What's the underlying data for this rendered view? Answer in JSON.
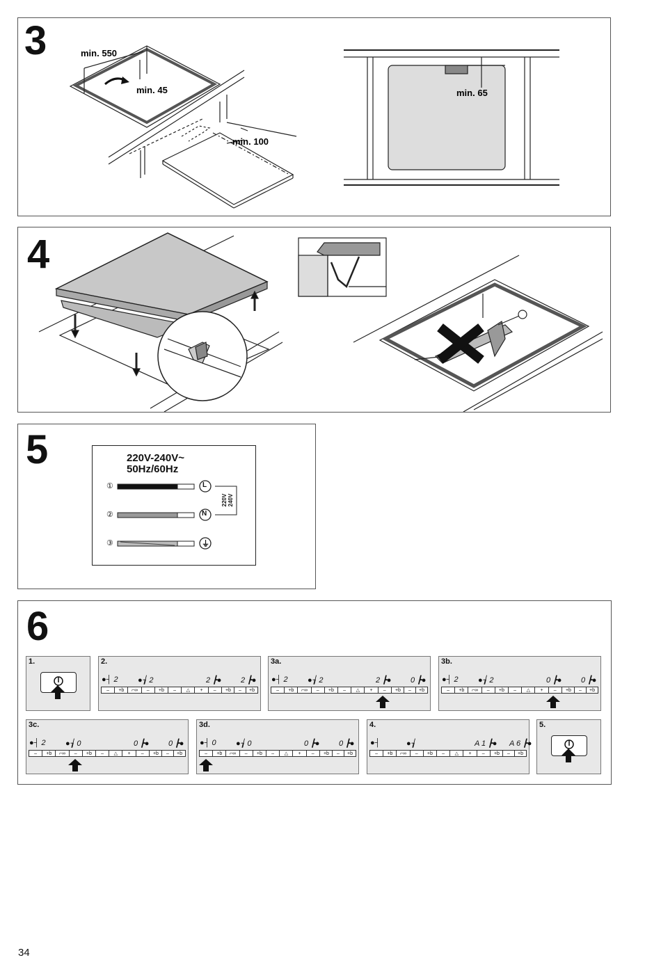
{
  "page_number": "34",
  "step3": {
    "number": "3",
    "dim_550": "min. 550",
    "dim_45": "min. 45",
    "dim_100": "min. 100",
    "dim_65": "min. 65"
  },
  "step4": {
    "number": "4"
  },
  "step5": {
    "number": "5",
    "voltage": "220V-240V~",
    "frequency": "50Hz/60Hz",
    "wires": [
      {
        "index": "①",
        "terminal": "L"
      },
      {
        "index": "②",
        "terminal": "N"
      },
      {
        "index": "③",
        "terminal": "⏚"
      }
    ],
    "bracket_label_1": "220V",
    "bracket_label_2": "240V"
  },
  "step6": {
    "number": "6",
    "sub_steps": [
      {
        "label": "1."
      },
      {
        "label": "2.",
        "readouts": [
          "●┤ 2",
          "●┧ 2",
          "2 ┣●",
          "2 ┣●"
        ]
      },
      {
        "label": "3a.",
        "readouts": [
          "●┤ 2",
          "●┧ 2",
          "2 ┣●",
          "0 ┣●"
        ]
      },
      {
        "label": "3b.",
        "readouts": [
          "●┤ 2",
          "●┧ 2",
          "0 ┣●",
          "0 ┣●"
        ]
      },
      {
        "label": "3c.",
        "readouts": [
          "●┤ 2",
          "●┧ 0",
          "0 ┣●",
          "0 ┣●"
        ]
      },
      {
        "label": "3d.",
        "readouts": [
          "●┤ 0",
          "●┧ 0",
          "0 ┣●",
          "0 ┣●"
        ]
      },
      {
        "label": "4.",
        "readouts": [
          "●┤",
          "●┧",
          "A 1 ┣●",
          "A 6 ┣●"
        ]
      },
      {
        "label": "5."
      }
    ],
    "keys": [
      "–",
      "+b",
      "⌐∞",
      "–",
      "+b",
      "–",
      "△",
      "+",
      "–",
      "+b",
      "–",
      "+b"
    ]
  }
}
